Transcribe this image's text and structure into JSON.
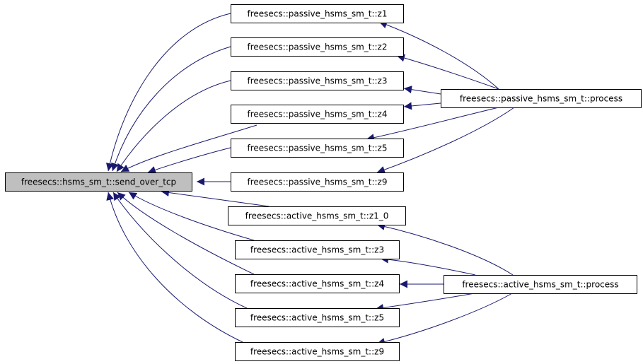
{
  "graph": {
    "colors": {
      "edge": "#191970",
      "node_fill": "#ffffff",
      "focus_fill": "#bfbfbf",
      "border": "#000000"
    },
    "nodes": [
      {
        "id": "send",
        "label": "freesecs::hsms_sm_t::send_over_tcp",
        "focus": true
      },
      {
        "id": "pz1",
        "label": "freesecs::passive_hsms_sm_t::z1"
      },
      {
        "id": "pz2",
        "label": "freesecs::passive_hsms_sm_t::z2"
      },
      {
        "id": "pz3",
        "label": "freesecs::passive_hsms_sm_t::z3"
      },
      {
        "id": "pz4",
        "label": "freesecs::passive_hsms_sm_t::z4"
      },
      {
        "id": "pz5",
        "label": "freesecs::passive_hsms_sm_t::z5"
      },
      {
        "id": "pz9",
        "label": "freesecs::passive_hsms_sm_t::z9"
      },
      {
        "id": "az1",
        "label": "freesecs::active_hsms_sm_t::z1_0"
      },
      {
        "id": "az3",
        "label": "freesecs::active_hsms_sm_t::z3"
      },
      {
        "id": "az4",
        "label": "freesecs::active_hsms_sm_t::z4"
      },
      {
        "id": "az5",
        "label": "freesecs::active_hsms_sm_t::z5"
      },
      {
        "id": "az9",
        "label": "freesecs::active_hsms_sm_t::z9"
      },
      {
        "id": "pproc",
        "label": "freesecs::passive_hsms_sm_t::process"
      },
      {
        "id": "aproc",
        "label": "freesecs::active_hsms_sm_t::process"
      }
    ],
    "edges": [
      {
        "from": "pz1",
        "to": "send"
      },
      {
        "from": "pz2",
        "to": "send"
      },
      {
        "from": "pz3",
        "to": "send"
      },
      {
        "from": "pz4",
        "to": "send"
      },
      {
        "from": "pz5",
        "to": "send"
      },
      {
        "from": "pz9",
        "to": "send"
      },
      {
        "from": "az1",
        "to": "send"
      },
      {
        "from": "az3",
        "to": "send"
      },
      {
        "from": "az4",
        "to": "send"
      },
      {
        "from": "az5",
        "to": "send"
      },
      {
        "from": "az9",
        "to": "send"
      },
      {
        "from": "pproc",
        "to": "pz1"
      },
      {
        "from": "pproc",
        "to": "pz2"
      },
      {
        "from": "pproc",
        "to": "pz3"
      },
      {
        "from": "pproc",
        "to": "pz4"
      },
      {
        "from": "pproc",
        "to": "pz5"
      },
      {
        "from": "pproc",
        "to": "pz9"
      },
      {
        "from": "aproc",
        "to": "az1"
      },
      {
        "from": "aproc",
        "to": "az3"
      },
      {
        "from": "aproc",
        "to": "az4"
      },
      {
        "from": "aproc",
        "to": "az5"
      },
      {
        "from": "aproc",
        "to": "az9"
      }
    ]
  }
}
